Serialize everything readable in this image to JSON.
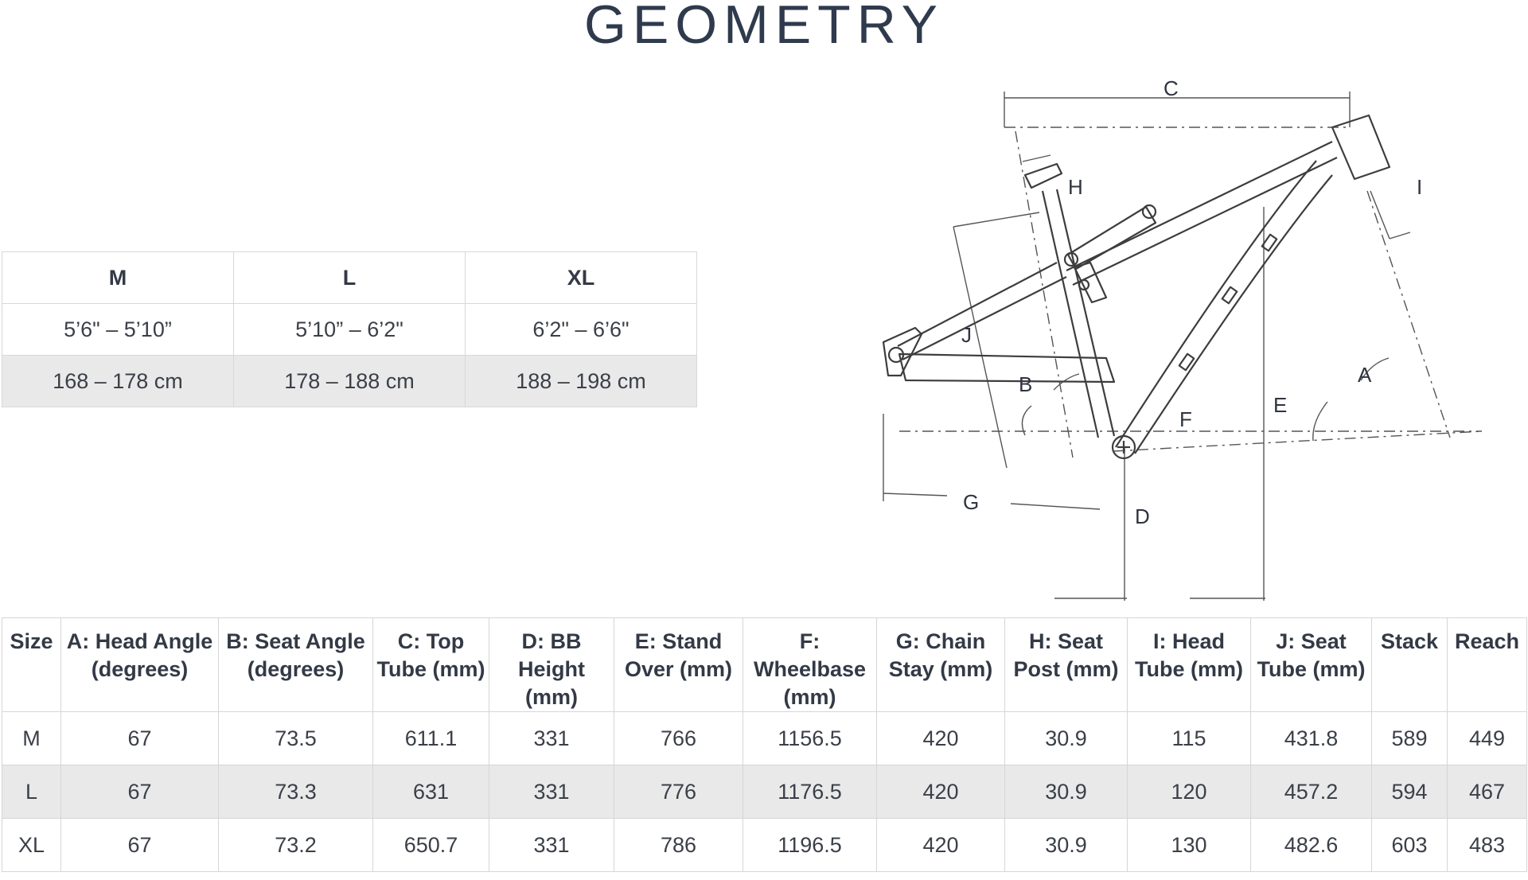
{
  "title": "GEOMETRY",
  "size_table": {
    "headers": [
      "M",
      "L",
      "XL"
    ],
    "rows": [
      [
        "5’6\" – 5’10”",
        "5’10” – 6’2\"",
        "6’2\" – 6’6\""
      ],
      [
        "168 – 178 cm",
        "178 – 188 cm",
        "188 – 198 cm"
      ]
    ]
  },
  "diagram": {
    "labels": {
      "A": "A",
      "B": "B",
      "C": "C",
      "D": "D",
      "E": "E",
      "F": "F",
      "G": "G",
      "H": "H",
      "I": "I",
      "J": "J"
    }
  },
  "geometry_table": {
    "headers": [
      "Size",
      "A: Head Angle (degrees)",
      "B: Seat Angle (degrees)",
      "C: Top Tube (mm)",
      "D: BB Height (mm)",
      "E: Stand Over (mm)",
      "F: Wheelbase (mm)",
      "G: Chain Stay (mm)",
      "H: Seat Post (mm)",
      "I: Head Tube (mm)",
      "J: Seat Tube (mm)",
      "Stack",
      "Reach"
    ],
    "rows": [
      [
        "M",
        "67",
        "73.5",
        "611.1",
        "331",
        "766",
        "1156.5",
        "420",
        "30.9",
        "115",
        "431.8",
        "589",
        "449"
      ],
      [
        "L",
        "67",
        "73.3",
        "631",
        "331",
        "776",
        "1176.5",
        "420",
        "30.9",
        "120",
        "457.2",
        "594",
        "467"
      ],
      [
        "XL",
        "67",
        "73.2",
        "650.7",
        "331",
        "786",
        "1196.5",
        "420",
        "30.9",
        "130",
        "482.6",
        "603",
        "483"
      ]
    ]
  }
}
